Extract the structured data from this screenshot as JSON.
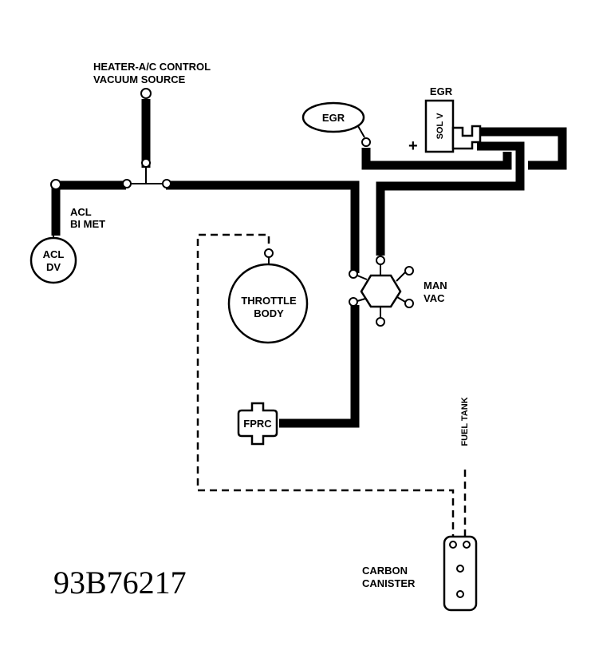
{
  "labels": {
    "heater_source_line1": "HEATER-A/C CONTROL",
    "heater_source_line2": "VACUUM SOURCE",
    "egr_valve": "EGR",
    "egr_solenoid_title": "EGR",
    "egr_solenoid_body": "SOL V",
    "plus_sign": "+",
    "acl_bimet_line1": "ACL",
    "acl_bimet_line2": "BI MET",
    "acl_dv_line1": "ACL",
    "acl_dv_line2": "DV",
    "throttle_line1": "THROTTLE",
    "throttle_line2": "BODY",
    "man_vac_line1": "MAN",
    "man_vac_line2": "VAC",
    "fprc": "FPRC",
    "fuel_tank": "FUEL TANK",
    "carbon_line1": "CARBON",
    "carbon_line2": "CANISTER"
  },
  "figure_id": "93B76217"
}
